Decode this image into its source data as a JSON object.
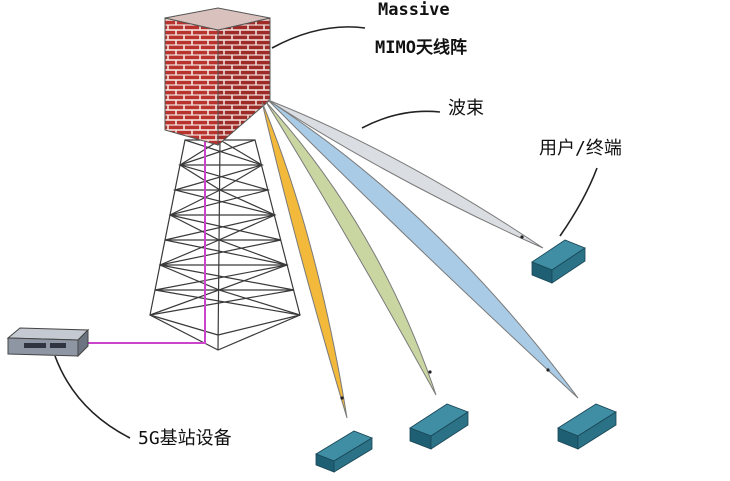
{
  "labels": {
    "antenna_line1": "Massive",
    "antenna_line2": "MIMO天线阵",
    "beam": "波束",
    "user_terminal": "用户/终端",
    "base_station": "5G基站设备"
  },
  "colors": {
    "brick": "#b8332e",
    "mortar": "#f4e4e0",
    "tower_line": "#3a3a3a",
    "feed_cable": "#cc44cc",
    "beam_yellow": "#f3b93a",
    "beam_green": "#c9d6a2",
    "beam_blue": "#a9cbe6",
    "beam_gray": "#dadde2",
    "terminal_top": "#3f8ea4",
    "terminal_side": "#1f5f74",
    "device_body": "#8e96a4"
  },
  "icons": {
    "antenna": "brick-antenna-array-icon",
    "tower": "lattice-tower-icon",
    "base_station": "base-station-device-icon",
    "terminal": "user-terminal-block-icon"
  }
}
